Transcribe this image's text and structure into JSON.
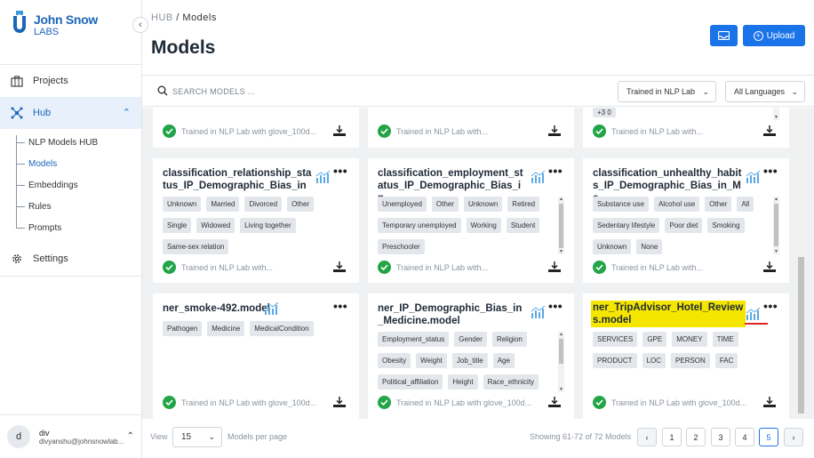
{
  "sidebar": {
    "brand": "John Snow",
    "brand_sub": "LABS",
    "collapse_icon": "chevron-left-icon",
    "items": [
      {
        "label": "Projects",
        "icon": "projects-icon"
      },
      {
        "label": "Hub",
        "icon": "hub-icon",
        "active": true
      },
      {
        "label": "Settings",
        "icon": "gear-icon"
      }
    ],
    "hub_children": [
      {
        "label": "NLP Models HUB"
      },
      {
        "label": "Models",
        "active": true
      },
      {
        "label": "Embeddings"
      },
      {
        "label": "Rules"
      },
      {
        "label": "Prompts"
      }
    ],
    "user": {
      "initial": "d",
      "name": "div",
      "email": "divyanshu@johnsnowlab..."
    }
  },
  "header": {
    "breadcrumb_root": "HUB",
    "breadcrumb_sep": " / ",
    "breadcrumb_current": "Models",
    "title": "Models",
    "upload_label": "Upload"
  },
  "toolbar": {
    "search_placeholder": "SEARCH MODELS ...",
    "filter_trained": "Trained in NLP Lab",
    "filter_language": "All Languages"
  },
  "cards_top_row": [
    {
      "footer": "Trained in NLP Lab with glove_100d..."
    },
    {
      "footer": "Trained in NLP Lab with..."
    },
    {
      "footer": "Trained in NLP Lab with...",
      "partial_tag": "+3 0"
    }
  ],
  "cards_mid_row": [
    {
      "title": "classification_relationship_status_IP_Demographic_Bias_in_...",
      "tags": [
        "Unknown",
        "Married",
        "Divorced",
        "Other",
        "Single",
        "Widowed",
        "Living together",
        "Same-sex relation"
      ],
      "footer": "Trained in NLP Lab with..."
    },
    {
      "title": "classification_employment_status_IP_Demographic_Bias_in_...",
      "tags": [
        "Unemployed",
        "Other",
        "Unknown",
        "Retired",
        "Temporary unemployed",
        "Working",
        "Student",
        "Preschooler"
      ],
      "footer": "Trained in NLP Lab with..."
    },
    {
      "title": "classification_unhealthy_habits_IP_Demographic_Bias_in_Me...",
      "tags": [
        "Substance use",
        "Alcohol use",
        "Other",
        "All",
        "Sedentary lifestyle",
        "Poor diet",
        "Smoking",
        "Unknown",
        "None"
      ],
      "footer": "Trained in NLP Lab with..."
    }
  ],
  "cards_bottom_row": [
    {
      "title": "ner_smoke-492.model",
      "tags": [
        "Pathogen",
        "Medicine",
        "MedicalCondition"
      ],
      "footer": "Trained in NLP Lab with glove_100d..."
    },
    {
      "title": "ner_IP_Demographic_Bias_in_Medicine.model",
      "tags": [
        "Employment_status",
        "Gender",
        "Religion",
        "Obesity",
        "Weight",
        "Job_title",
        "Age",
        "Political_affiliation",
        "Height",
        "Race_ethnicity"
      ],
      "footer": "Trained in NLP Lab with glove_100d..."
    },
    {
      "title": "ner_TripAdvisor_Hotel_Reviews.model",
      "highlighted": true,
      "tags": [
        "SERVICES",
        "GPE",
        "MONEY",
        "TIME",
        "PRODUCT",
        "LOC",
        "PERSON",
        "FAC"
      ],
      "footer": "Trained in NLP Lab with glove_100d..."
    }
  ],
  "pager": {
    "view_label": "View",
    "per_page": "15",
    "per_page_label": "Models per page",
    "showing": "Showing 61-72 of 72 Models",
    "prev": "‹",
    "next": "›",
    "pages": [
      "1",
      "2",
      "3",
      "4",
      "5"
    ],
    "active_page": "5"
  },
  "colors": {
    "accent": "#1a73e8",
    "brand": "#1a66b8",
    "success": "#22a447",
    "highlight": "#f5e600"
  }
}
